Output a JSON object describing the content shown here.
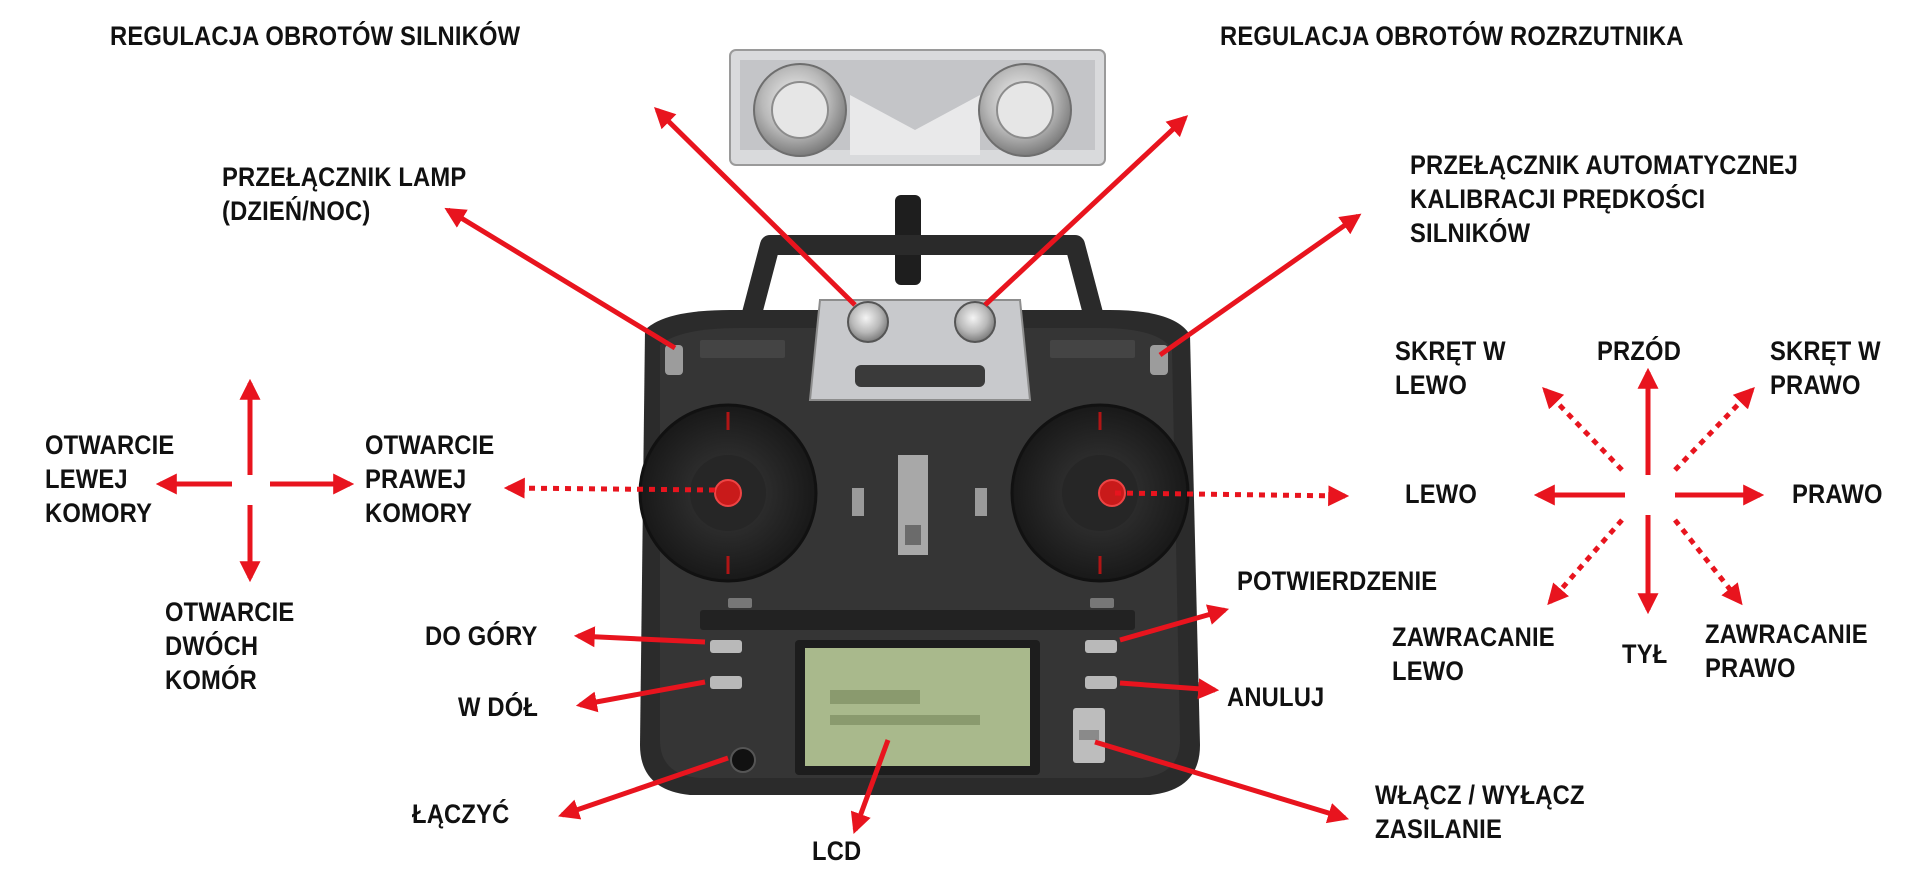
{
  "labels": {
    "engine_speed": "REGULACJA OBROTÓW SILNIKÓW",
    "starter_speed": "REGULACJA OBROTÓW ROZRZUTNIKA",
    "lamp_switch": [
      "PRZEŁĄCZNIK LAMP",
      "(DZIEŃ/NOC)"
    ],
    "auto_calibration": [
      "PRZEŁĄCZNIK AUTOMATYCZNEJ",
      "KALIBRACJI PRĘDKOŚCI",
      "SILNIKÓW"
    ],
    "left_chamber": [
      "OTWARCIE",
      "LEWEJ",
      "KOMORY"
    ],
    "right_chamber": [
      "OTWARCIE",
      "PRAWEJ",
      "KOMORY"
    ],
    "both_chambers": [
      "OTWARCIE",
      "DWÓCH",
      "KOMÓR"
    ],
    "up": "DO GÓRY",
    "down": "W DÓŁ",
    "bind": "ŁĄCZYĆ",
    "lcd": "LCD",
    "confirm": "POTWIERDZENIE",
    "cancel": "ANULUJ",
    "power": [
      "WŁĄCZ / WYŁĄCZ",
      "ZASILANIE"
    ],
    "turn_left": [
      "SKRĘT W",
      "LEWO"
    ],
    "forward": "PRZÓD",
    "turn_right": [
      "SKRĘT W",
      "PRAWO"
    ],
    "left": "LEWO",
    "right": "PRAWO",
    "uturn_left": [
      "ZAWRACANIE",
      "LEWO"
    ],
    "back": "TYŁ",
    "uturn_right": [
      "ZAWRACANIE",
      "PRAWO"
    ]
  },
  "colors": {
    "arrow": "#e8141e",
    "text": "#111111",
    "body": "#2b2b2b",
    "panel": "#c8c9cc",
    "lcd": "#a9b98c"
  }
}
